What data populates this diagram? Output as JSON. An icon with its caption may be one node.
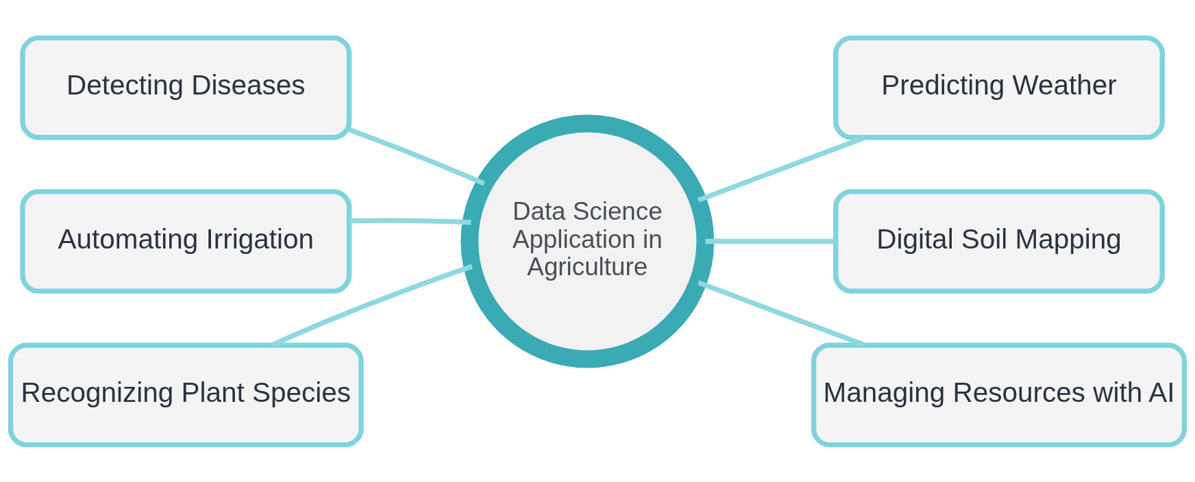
{
  "diagram": {
    "nodes": [
      {
        "text": [
          "Detecting Diseases"
        ]
      },
      {
        "text": [
          "Predicting Weather"
        ]
      },
      {
        "text": [
          "Automating Irrigation"
        ]
      },
      {
        "text": [
          "Data Science Application in Agriculture"
        ]
      },
      {
        "text": [
          "Digital Soil Mapping"
        ]
      },
      {
        "text": [
          "Recognizing Plant Species"
        ]
      },
      {
        "text": [
          "Managing Resources with AI"
        ]
      }
    ],
    "edges": [
      {
        "from": 3,
        "to": 0,
        "arrow": "none"
      },
      {
        "from": 3,
        "to": 2,
        "arrow": "none"
      },
      {
        "from": 3,
        "to": 5,
        "arrow": "none"
      },
      {
        "from": 3,
        "to": 1,
        "arrow": "none"
      },
      {
        "from": 3,
        "to": 4,
        "arrow": "none"
      },
      {
        "from": 3,
        "to": 6,
        "arrow": "none"
      }
    ]
  }
}
